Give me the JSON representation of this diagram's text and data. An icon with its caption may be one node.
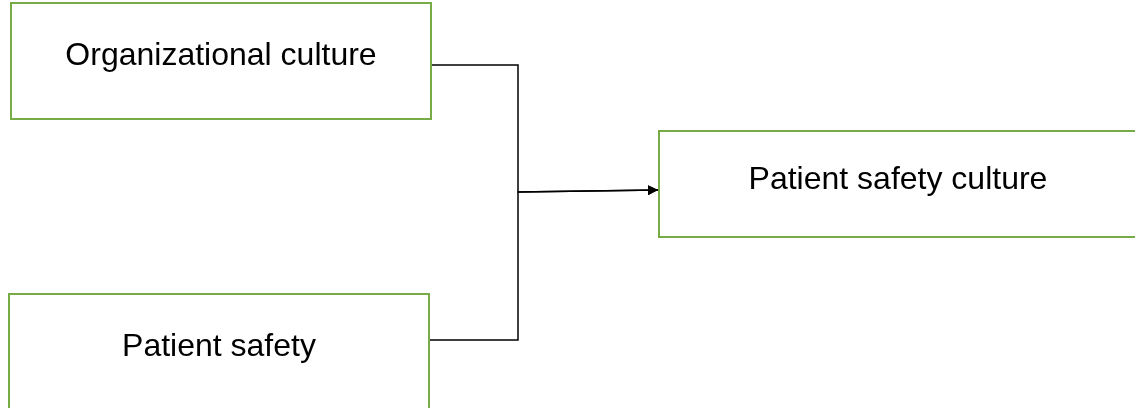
{
  "diagram": {
    "nodes": [
      {
        "text": [
          "Organizational culture"
        ]
      },
      {
        "text": [
          "Patient safety"
        ]
      },
      {
        "text": [
          "Patient safety culture"
        ]
      }
    ],
    "edges": [
      {
        "from": 0,
        "to": 2,
        "arrow": "to"
      },
      {
        "from": 1,
        "to": 2,
        "arrow": "to"
      }
    ]
  }
}
